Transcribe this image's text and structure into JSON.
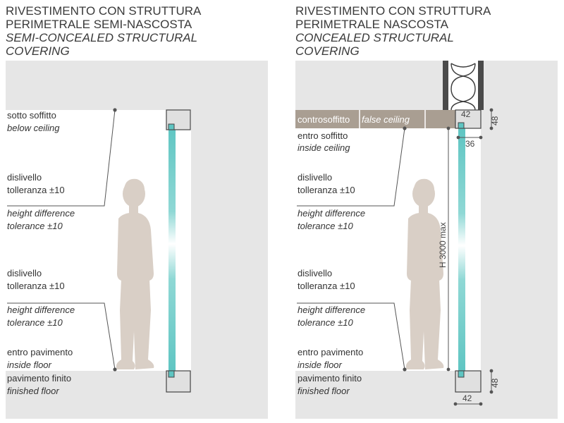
{
  "panels": {
    "left": {
      "title_it_1": "RIVESTIMENTO CON STRUTTURA",
      "title_it_2": "PERIMETRALE SEMI-NASCOSTA",
      "title_en_1": "SEMI-CONCEALED STRUCTURAL",
      "title_en_2": "COVERING",
      "labels": {
        "top_it": "sotto soffitto",
        "top_en": "below ceiling",
        "diff1_it_1": "dislivello",
        "diff1_it_2": "tolleranza ±10",
        "diff1_en_1": "height difference",
        "diff1_en_2": "tolerance ±10",
        "diff2_it_1": "dislivello",
        "diff2_it_2": "tolleranza ±10",
        "diff2_en_1": "height difference",
        "diff2_en_2": "tolerance ±10",
        "floor_it": "entro pavimento",
        "floor_en": "inside floor",
        "finished_it": "pavimento finito",
        "finished_en": "finished floor"
      }
    },
    "right": {
      "title_it_1": "RIVESTIMENTO CON STRUTTURA",
      "title_it_2": "PERIMETRALE NASCOSTA",
      "title_en_1": "CONCEALED STRUCTURAL",
      "title_en_2": "COVERING",
      "false_ceiling_it": "controsoffitto",
      "false_ceiling_en": "false ceiling",
      "labels": {
        "top_it": "entro soffitto",
        "top_en": "inside ceiling",
        "diff1_it_1": "dislivello",
        "diff1_it_2": "tolleranza ±10",
        "diff1_en_1": "height difference",
        "diff1_en_2": "tolerance ±10",
        "diff2_it_1": "dislivello",
        "diff2_it_2": "tolleranza ±10",
        "diff2_en_1": "height difference",
        "diff2_en_2": "tolerance ±10",
        "floor_it": "entro pavimento",
        "floor_en": "inside floor",
        "finished_it": "pavimento finito",
        "finished_en": "finished floor"
      },
      "dims": {
        "top_width": "42",
        "top_height": "48",
        "inner": "36",
        "height_max": "H 3000 max",
        "bottom_height": "48",
        "bottom_width": "42"
      }
    }
  },
  "colors": {
    "wall": "#e6e6e6",
    "room": "#ffffff",
    "profile": "#e0e0e0",
    "glass": "#5ec5c2",
    "person": "#d9cfc6",
    "false_ceiling": "#a99e92",
    "lines": "#555555"
  }
}
